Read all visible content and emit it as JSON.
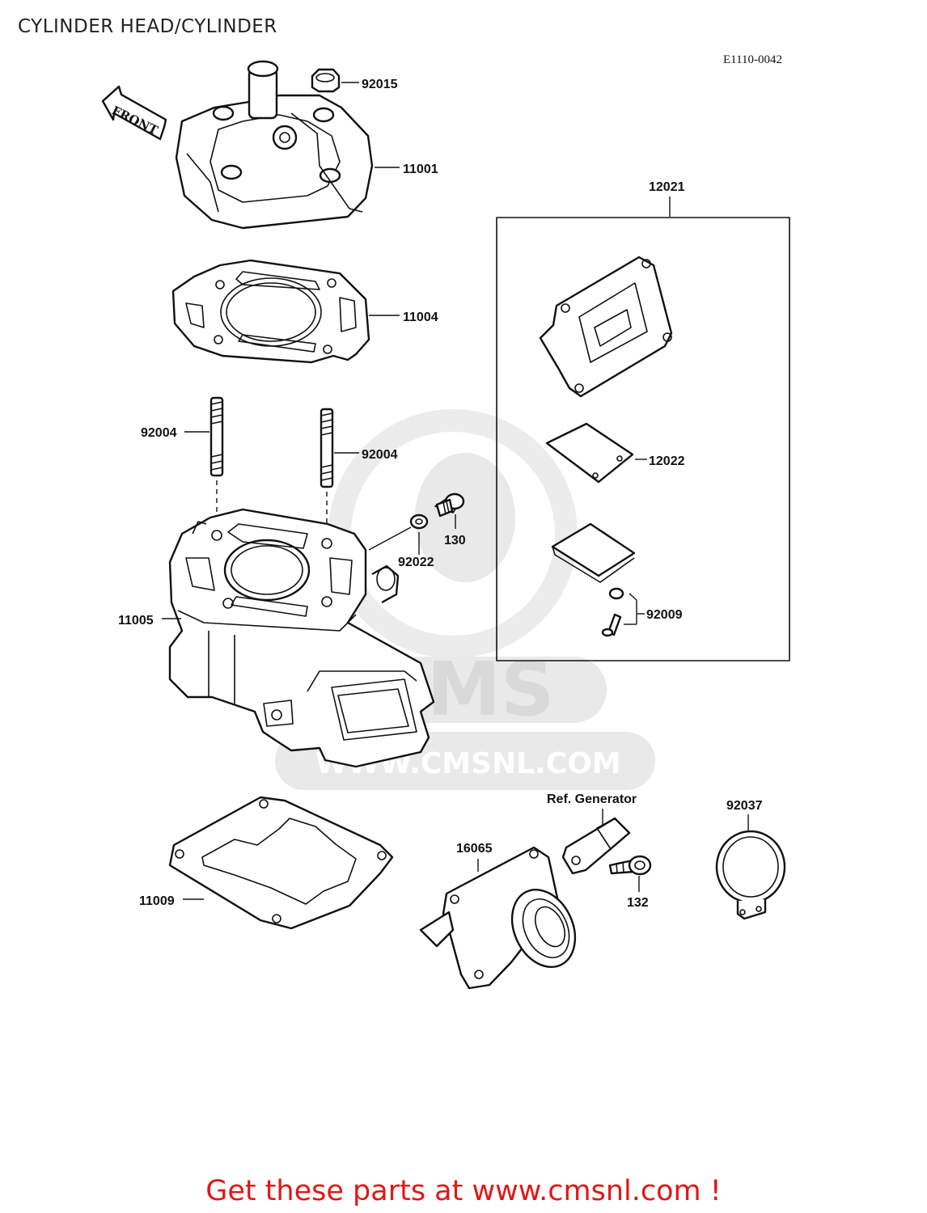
{
  "header": {
    "title": "CYLINDER HEAD/CYLINDER",
    "diagram_code": "E1110-0042"
  },
  "front_arrow": {
    "text": "FRONT",
    "icon": "front-arrow-icon"
  },
  "parts": {
    "p92015": "92015",
    "p11001": "11001",
    "p12021": "12021",
    "p11004": "11004",
    "p92004_left": "92004",
    "p92004_right": "92004",
    "p12022": "12022",
    "p130": "130",
    "p92022": "92022",
    "p92009": "92009",
    "p11005": "11005",
    "ref_generator": "Ref. Generator",
    "p92037": "92037",
    "p16065": "16065",
    "p11009": "11009",
    "p132": "132"
  },
  "watermark": {
    "brand": "CMS",
    "url": "WWW.CMSNL.COM"
  },
  "footer": {
    "cta": "Get these parts at www.cmsnl.com !",
    "color": "#e41616"
  }
}
